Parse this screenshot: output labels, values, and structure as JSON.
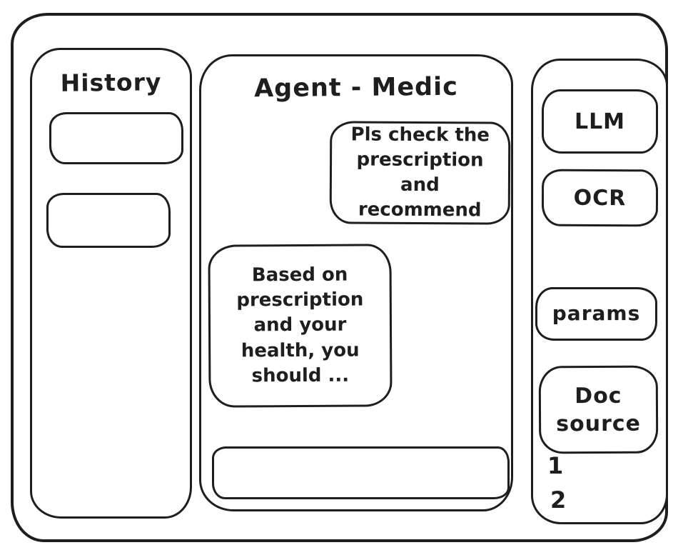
{
  "window": {
    "background": "#ffffff",
    "stroke_color": "#1e1e1e"
  },
  "history": {
    "title": "History",
    "items": [
      {
        "label": ""
      },
      {
        "label": ""
      }
    ]
  },
  "chat": {
    "title": "Agent - Medic",
    "messages": [
      {
        "role": "user",
        "text": "Pls check the prescription and recommend"
      },
      {
        "role": "agent",
        "text": "Based on prescription and your health, you should ..."
      }
    ],
    "input": {
      "value": "",
      "placeholder": ""
    }
  },
  "tools": {
    "llm_label": "LLM",
    "ocr_label": "OCR",
    "params_label": "params",
    "doc_source_label": "Doc source",
    "doc_items": [
      "1",
      "2"
    ]
  }
}
